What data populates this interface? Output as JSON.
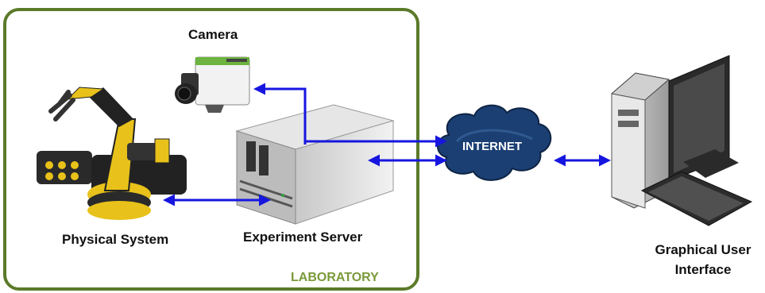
{
  "labels": {
    "camera": "Camera",
    "physical_system": "Physical System",
    "experiment_server": "Experiment Server",
    "laboratory": "LABORATORY",
    "internet": "INTERNET",
    "gui_line1": "Graphical User",
    "gui_line2": "Interface"
  },
  "colors": {
    "lab_border": "#5b7a2a",
    "lab_text": "#7a9a3a",
    "arrow": "#1616e0",
    "cloud": "#1b3f73"
  }
}
